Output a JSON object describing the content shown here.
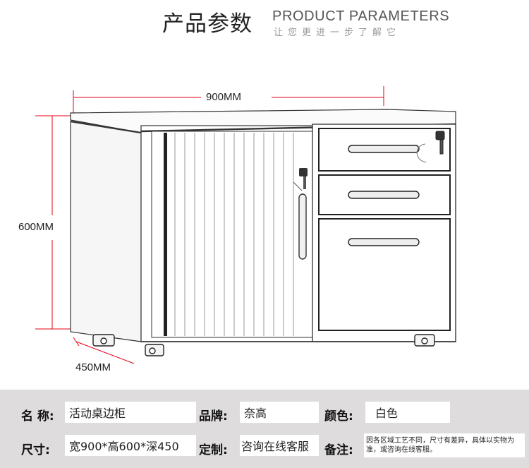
{
  "header": {
    "title_cn": "产品参数",
    "title_en": "PRODUCT PARAMETERS",
    "subtitle": "让您更进一步了解它"
  },
  "dimensions": {
    "width": "900MM",
    "height": "600MM",
    "depth": "450MM",
    "line_color": "#e60012"
  },
  "specs": {
    "name_label": "名 称:",
    "name_value": "活动桌边柜",
    "brand_label": "品牌:",
    "brand_value": "奈高",
    "color_label": "颜色:",
    "color_value": "白色",
    "size_label": "尺寸:",
    "size_value": "宽900*高600*深450",
    "custom_label": "定制:",
    "custom_value": "咨询在线客服",
    "note_label": "备注:",
    "note_value": "因各区域工艺不同，尺寸有差异，具体以实物为准，或咨询在线客服。"
  }
}
